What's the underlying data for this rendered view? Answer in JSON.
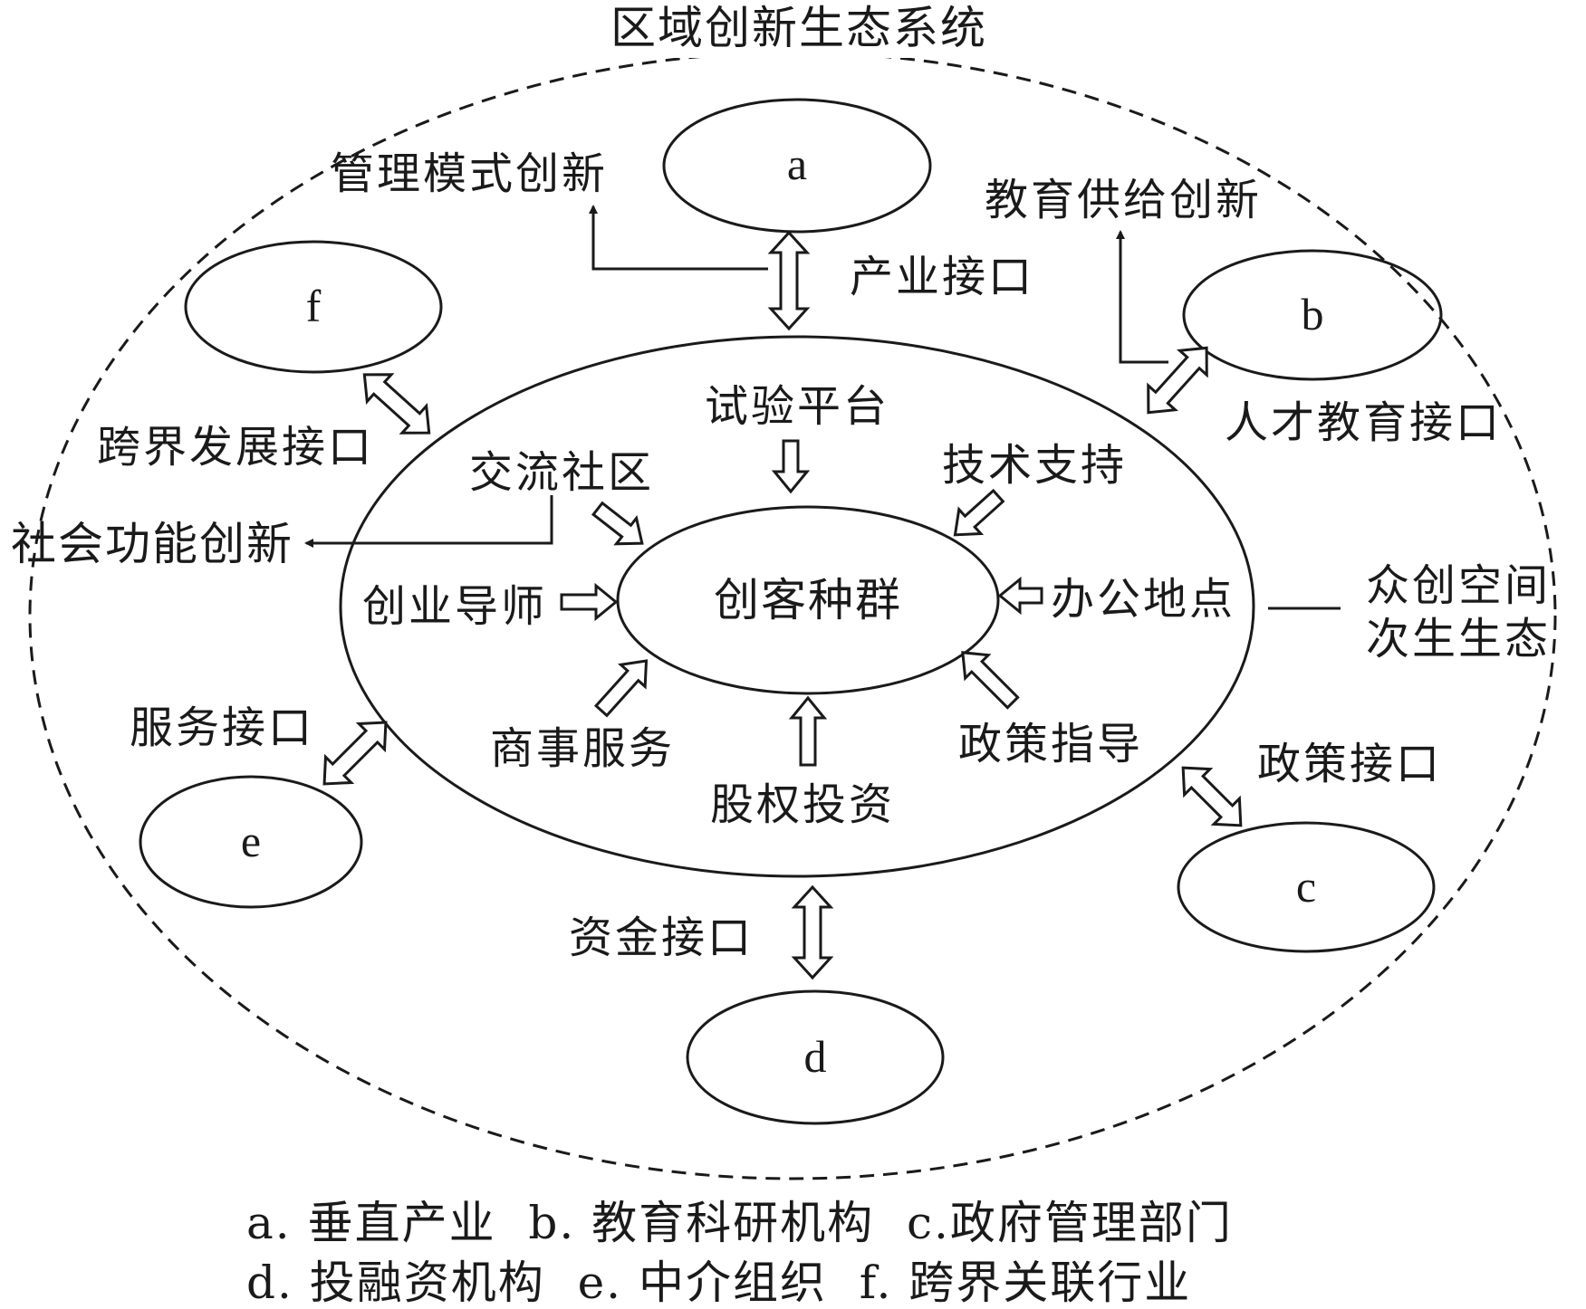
{
  "title": "区域创新生态系统",
  "subsystem": {
    "line1": "众创空间",
    "line2": "次生生态"
  },
  "core": "创客种群",
  "inner_factors": {
    "test_platform": "试验平台",
    "community": "交流社区",
    "tech_support": "技术支持",
    "mentor": "创业导师",
    "office": "办公地点",
    "business_service": "商事服务",
    "policy_guidance": "政策指导",
    "equity_investment": "股权投资"
  },
  "nodes": {
    "a": "a",
    "b": "b",
    "c": "c",
    "d": "d",
    "e": "e",
    "f": "f"
  },
  "interfaces": {
    "industry": "产业接口",
    "talent": "人才教育接口",
    "policy": "政策接口",
    "capital": "资金接口",
    "service": "服务接口",
    "crossborder": "跨界发展接口"
  },
  "innovations": {
    "management": "管理模式创新",
    "education": "教育供给创新",
    "social": "社会功能创新"
  },
  "legend": {
    "line1": "a. 垂直产业  b. 教育科研机构  c.政府管理部门",
    "line2": "d. 投融资机构  e. 中介组织  f. 跨界关联行业"
  }
}
